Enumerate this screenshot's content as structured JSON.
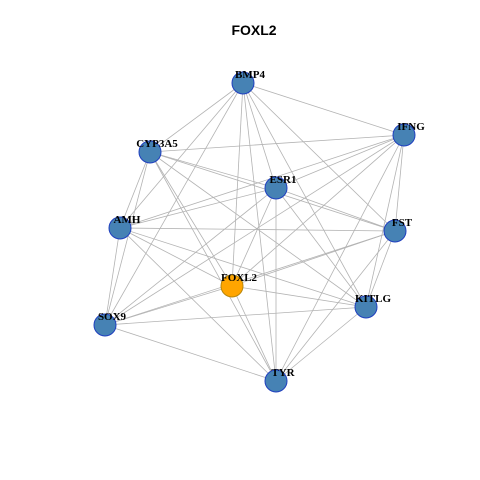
{
  "title": "FOXL2",
  "colors": {
    "background": "#ffffff",
    "edge": "#b3b3b3",
    "node_default": "#4682b4",
    "node_highlight": "#ffa500",
    "node_border_default": "#1f3fbf",
    "node_border_highlight": "#b8860b"
  },
  "nodes": [
    {
      "id": "BMP4",
      "label": "BMP4",
      "highlight": false
    },
    {
      "id": "IFNG",
      "label": "IFNG",
      "highlight": false
    },
    {
      "id": "CYP3A5",
      "label": "CYP3A5",
      "highlight": false
    },
    {
      "id": "ESR1",
      "label": "ESR1",
      "highlight": false
    },
    {
      "id": "AMH",
      "label": "AMH",
      "highlight": false
    },
    {
      "id": "FST",
      "label": "FST",
      "highlight": false
    },
    {
      "id": "FOXL2",
      "label": "FOXL2",
      "highlight": true
    },
    {
      "id": "KITLG",
      "label": "KITLG",
      "highlight": false
    },
    {
      "id": "SOX9",
      "label": "SOX9",
      "highlight": false
    },
    {
      "id": "TYR",
      "label": "TYR",
      "highlight": false
    }
  ],
  "edges": [
    [
      "BMP4",
      "IFNG"
    ],
    [
      "BMP4",
      "CYP3A5"
    ],
    [
      "BMP4",
      "ESR1"
    ],
    [
      "BMP4",
      "AMH"
    ],
    [
      "BMP4",
      "FST"
    ],
    [
      "BMP4",
      "FOXL2"
    ],
    [
      "BMP4",
      "KITLG"
    ],
    [
      "BMP4",
      "SOX9"
    ],
    [
      "BMP4",
      "TYR"
    ],
    [
      "IFNG",
      "CYP3A5"
    ],
    [
      "IFNG",
      "ESR1"
    ],
    [
      "IFNG",
      "AMH"
    ],
    [
      "IFNG",
      "FST"
    ],
    [
      "IFNG",
      "FOXL2"
    ],
    [
      "IFNG",
      "KITLG"
    ],
    [
      "IFNG",
      "SOX9"
    ],
    [
      "IFNG",
      "TYR"
    ],
    [
      "CYP3A5",
      "ESR1"
    ],
    [
      "CYP3A5",
      "AMH"
    ],
    [
      "CYP3A5",
      "FST"
    ],
    [
      "CYP3A5",
      "FOXL2"
    ],
    [
      "CYP3A5",
      "KITLG"
    ],
    [
      "CYP3A5",
      "SOX9"
    ],
    [
      "CYP3A5",
      "TYR"
    ],
    [
      "ESR1",
      "AMH"
    ],
    [
      "ESR1",
      "FST"
    ],
    [
      "ESR1",
      "FOXL2"
    ],
    [
      "ESR1",
      "KITLG"
    ],
    [
      "ESR1",
      "SOX9"
    ],
    [
      "ESR1",
      "TYR"
    ],
    [
      "AMH",
      "FST"
    ],
    [
      "AMH",
      "FOXL2"
    ],
    [
      "AMH",
      "KITLG"
    ],
    [
      "AMH",
      "SOX9"
    ],
    [
      "AMH",
      "TYR"
    ],
    [
      "FST",
      "FOXL2"
    ],
    [
      "FST",
      "KITLG"
    ],
    [
      "FST",
      "SOX9"
    ],
    [
      "FST",
      "TYR"
    ],
    [
      "FOXL2",
      "KITLG"
    ],
    [
      "FOXL2",
      "SOX9"
    ],
    [
      "FOXL2",
      "TYR"
    ],
    [
      "KITLG",
      "SOX9"
    ],
    [
      "KITLG",
      "TYR"
    ],
    [
      "SOX9",
      "TYR"
    ]
  ]
}
